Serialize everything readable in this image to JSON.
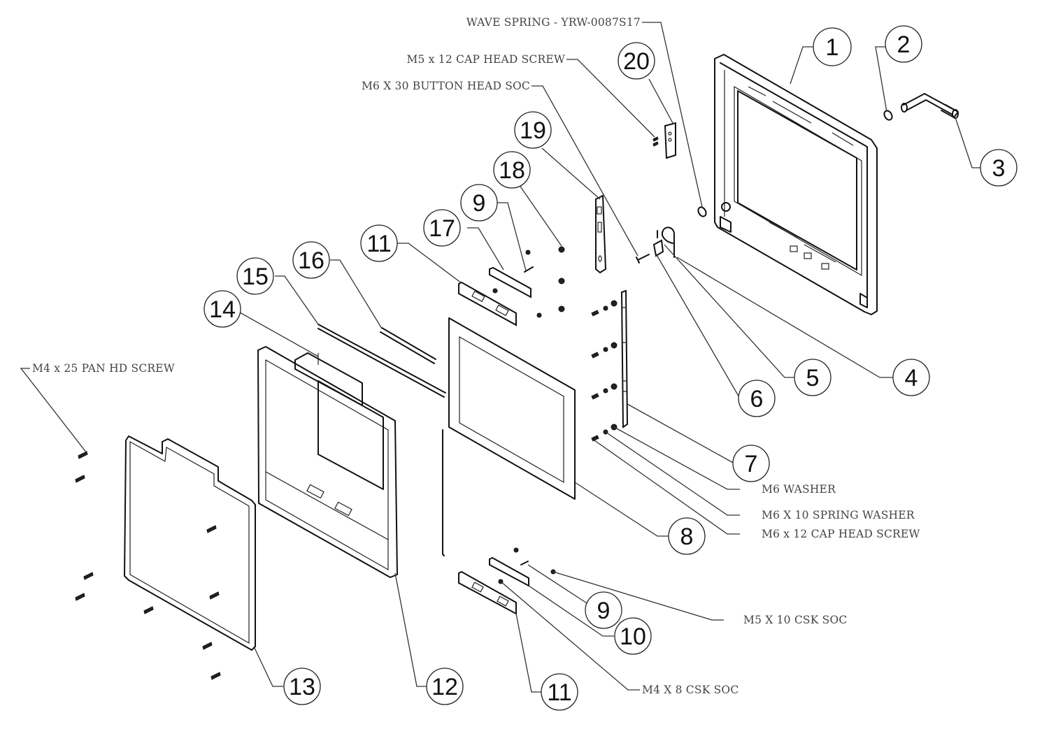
{
  "diagram": {
    "title": "Exploded assembly view - display bezel",
    "balloons": [
      {
        "id": "b1",
        "label": "1"
      },
      {
        "id": "b2",
        "label": "2"
      },
      {
        "id": "b3",
        "label": "3"
      },
      {
        "id": "b4",
        "label": "4"
      },
      {
        "id": "b5",
        "label": "5"
      },
      {
        "id": "b6",
        "label": "6"
      },
      {
        "id": "b7",
        "label": "7"
      },
      {
        "id": "b8",
        "label": "8"
      },
      {
        "id": "b9a",
        "label": "9"
      },
      {
        "id": "b9b",
        "label": "9"
      },
      {
        "id": "b10",
        "label": "10"
      },
      {
        "id": "b11a",
        "label": "11"
      },
      {
        "id": "b11b",
        "label": "11"
      },
      {
        "id": "b12",
        "label": "12"
      },
      {
        "id": "b13",
        "label": "13"
      },
      {
        "id": "b14",
        "label": "14"
      },
      {
        "id": "b15",
        "label": "15"
      },
      {
        "id": "b16",
        "label": "16"
      },
      {
        "id": "b17",
        "label": "17"
      },
      {
        "id": "b18",
        "label": "18"
      },
      {
        "id": "b19",
        "label": "19"
      },
      {
        "id": "b20",
        "label": "20"
      }
    ],
    "callouts": {
      "wave_spring": "WAVE SPRING - YRW-0087S17",
      "m5x12_cap": "M5 x 12 CAP HEAD SCREW",
      "m6x30_button": "M6 X 30 BUTTON HEAD SOC",
      "m4x25_pan": "M4 x 25 PAN HD SCREW",
      "m6_washer": "M6 WASHER",
      "m6x10_spring": "M6 X 10 SPRING WASHER",
      "m6x12_cap": "M6 x 12 CAP HEAD SCREW",
      "m5x10_csk": "M5 X 10 CSK SOC",
      "m4x8_csk": "M4 X 8 CSK SOC"
    }
  }
}
